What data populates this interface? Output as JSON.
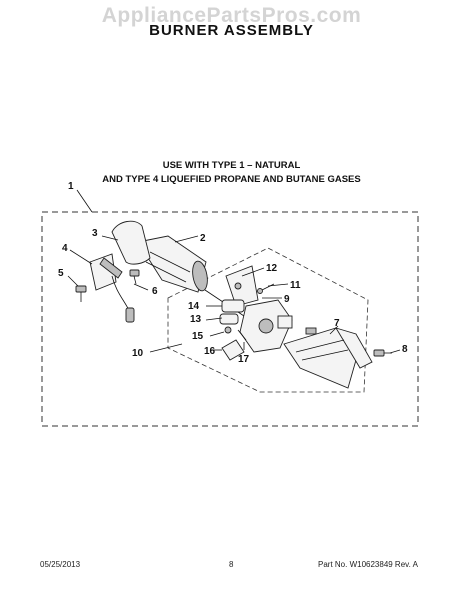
{
  "watermark": "AppliancePartsPros.com",
  "title": "BURNER ASSEMBLY",
  "usage": {
    "line1": "USE WITH TYPE 1 –  NATURAL",
    "line2": "AND TYPE 4    LIQUEFIED PROPANE AND BUTANE GASES"
  },
  "callouts": [
    "1",
    "2",
    "3",
    "4",
    "5",
    "6",
    "7",
    "8",
    "9",
    "10",
    "11",
    "12",
    "13",
    "14",
    "15",
    "16",
    "17"
  ],
  "footer": {
    "date": "05/25/2013",
    "page": "8",
    "part": "Part No.  W10623849  Rev.  A"
  }
}
